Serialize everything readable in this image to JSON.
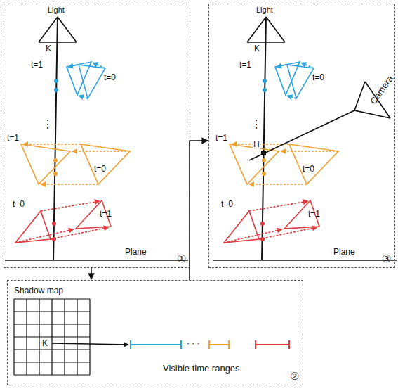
{
  "diagram": {
    "nodes": [
      {
        "text": [
          "①"
        ]
      },
      {
        "text": [
          "②"
        ]
      },
      {
        "text": [
          "③"
        ]
      }
    ],
    "edges": [
      {
        "from": 0,
        "to": 1,
        "arrow": "to"
      },
      {
        "from": 1,
        "to": 2,
        "arrow": "to"
      }
    ],
    "labels": [
      "Light",
      "K",
      "t=1",
      "t=0",
      "⋮",
      "t=1",
      "t=0",
      "t=0",
      "t=1",
      "Plane",
      "Shadow map",
      "K",
      "· · ·",
      "Visible time ranges",
      "Light",
      "K",
      "t=1",
      "t=0",
      "⋮",
      "Camera",
      "t=1",
      "H",
      "t=0",
      "t=0",
      "t=1",
      "Plane"
    ]
  }
}
